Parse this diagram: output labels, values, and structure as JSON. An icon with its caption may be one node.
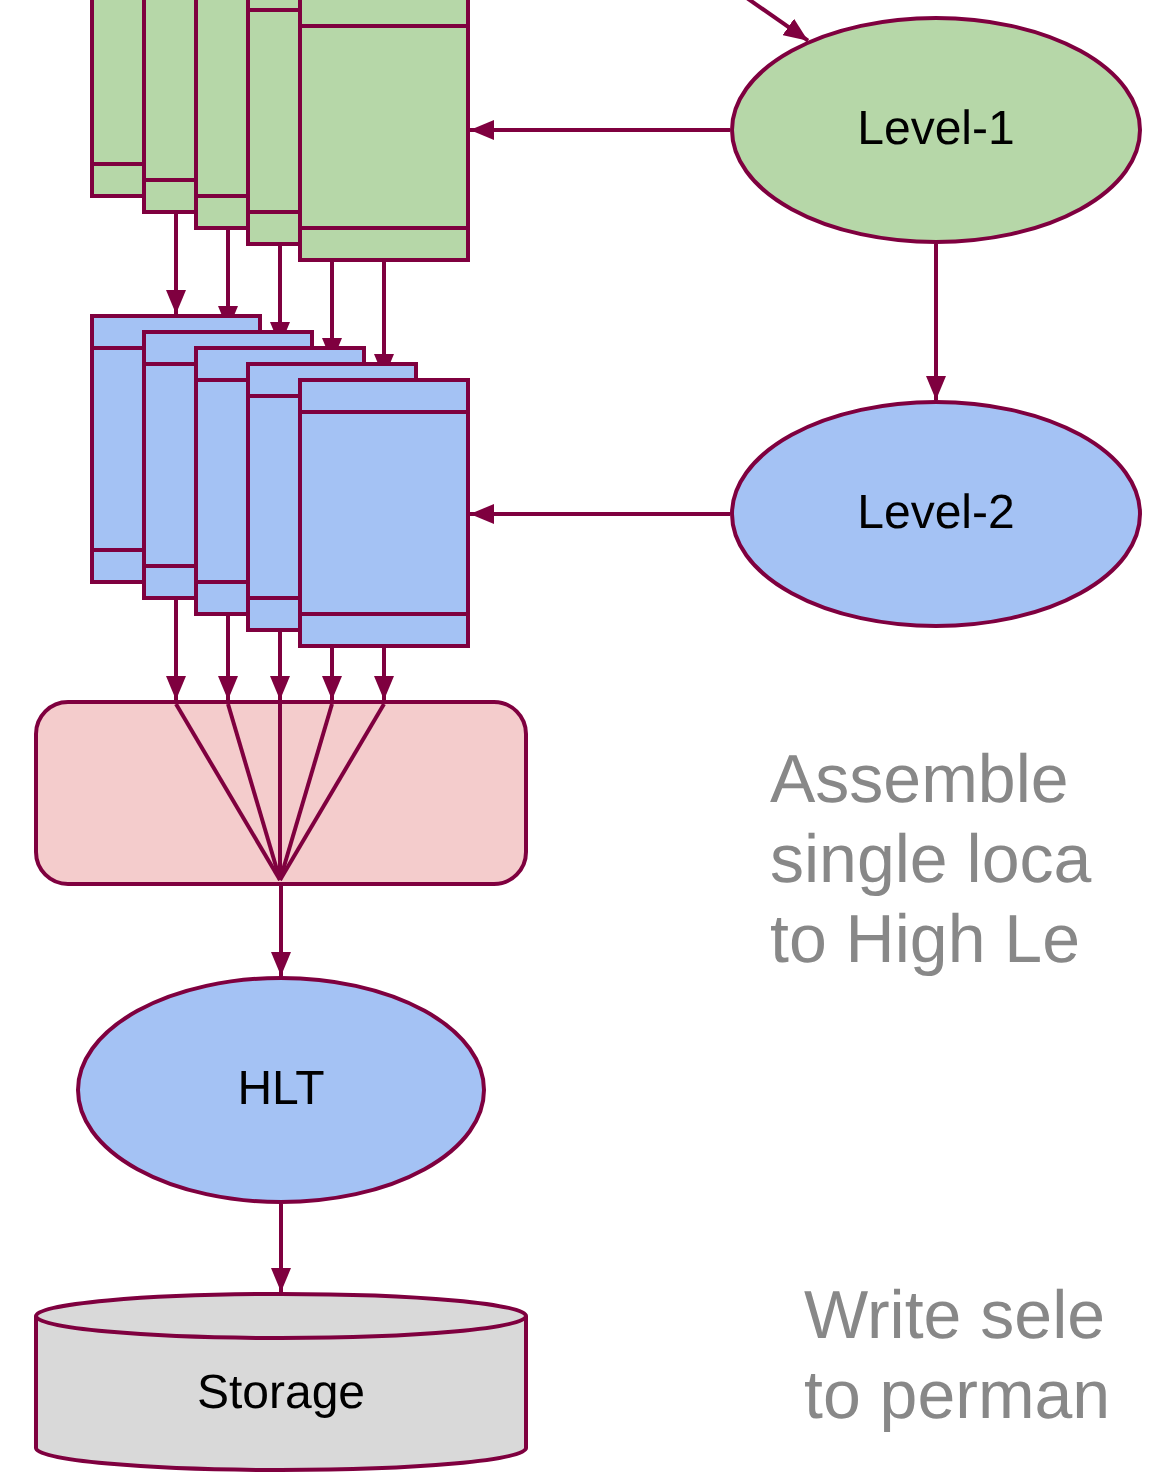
{
  "diagram": {
    "nodes": [
      {
        "text": [],
        "shape": "box"
      },
      {
        "text": [],
        "shape": "box"
      },
      {
        "text": [],
        "shape": "box"
      },
      {
        "text": [],
        "shape": "box"
      },
      {
        "text": [],
        "shape": "box"
      },
      {
        "text": [],
        "shape": "box"
      },
      {
        "text": [],
        "shape": "box"
      },
      {
        "text": [],
        "shape": "box"
      },
      {
        "text": [],
        "shape": "box"
      },
      {
        "text": [],
        "shape": "box"
      },
      {
        "text": [],
        "shape": "box"
      },
      {
        "text": [
          "Level-1"
        ]
      },
      {
        "text": [
          "Level-2"
        ]
      },
      {
        "text": [
          "HLT"
        ]
      },
      {
        "text": [
          "Storage"
        ]
      }
    ],
    "edges": [
      {
        "from": null,
        "to": 11,
        "arrow": "to"
      },
      {
        "from": 11,
        "to": 4,
        "arrow": "to"
      },
      {
        "from": 11,
        "to": 12,
        "arrow": "to"
      },
      {
        "from": 12,
        "to": 9,
        "arrow": "to"
      },
      {
        "from": 0,
        "to": 5,
        "arrow": "to"
      },
      {
        "from": 1,
        "to": 6,
        "arrow": "to"
      },
      {
        "from": 2,
        "to": 7,
        "arrow": "to"
      },
      {
        "from": 3,
        "to": 8,
        "arrow": "to"
      },
      {
        "from": 4,
        "to": 9,
        "arrow": "to"
      },
      {
        "from": 5,
        "to": 10,
        "arrow": "to"
      },
      {
        "from": 6,
        "to": 10,
        "arrow": "to"
      },
      {
        "from": 7,
        "to": 10,
        "arrow": "to"
      },
      {
        "from": 8,
        "to": 10,
        "arrow": "to"
      },
      {
        "from": 9,
        "to": 10,
        "arrow": "to"
      },
      {
        "from": 10,
        "to": 13,
        "arrow": "to"
      },
      {
        "from": 13,
        "to": 14,
        "arrow": "to"
      }
    ],
    "labels": [
      "Assemble single loca to High Le",
      "Write sele to perman"
    ]
  }
}
